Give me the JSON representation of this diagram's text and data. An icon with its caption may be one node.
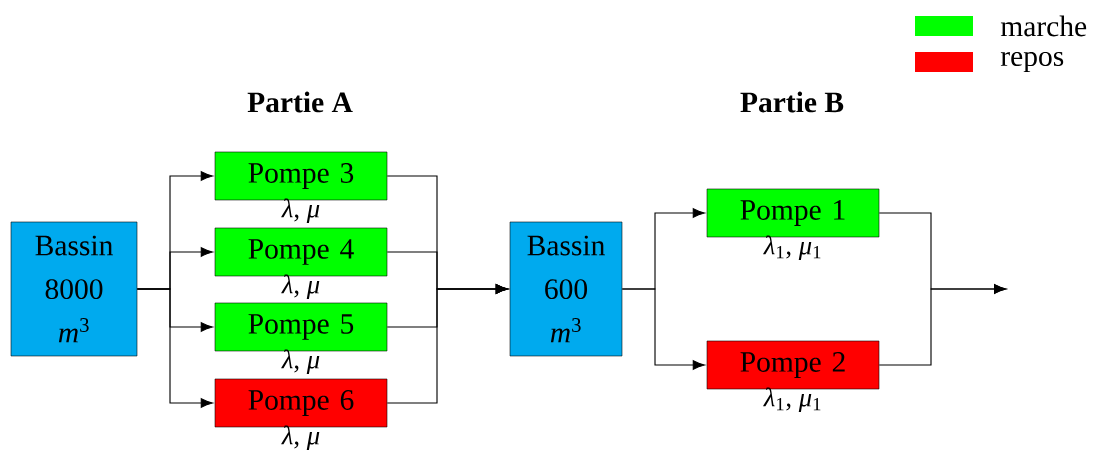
{
  "diagram": {
    "nodes": [
      {
        "text": [
          "Bassin 8000 *m*$^{3}$"
        ]
      },
      {
        "text": [
          "Pompe 3"
        ],
        "beside": [
          "*λ*, *μ*"
        ]
      },
      {
        "text": [
          "Pompe 4"
        ],
        "beside": [
          "*λ*, *μ*"
        ]
      },
      {
        "text": [
          "Pompe 5"
        ],
        "beside": [
          "*λ*, *μ*"
        ]
      },
      {
        "text": [
          "Pompe 6"
        ],
        "beside": [
          "*λ*, *μ*"
        ]
      },
      {
        "text": [
          "Bassin 600 *m*$^{3}$"
        ]
      },
      {
        "text": [
          "Pompe 1"
        ],
        "beside": [
          "*λ*$_{1}$, *μ*$_{1}$"
        ]
      },
      {
        "text": [
          "Pompe 2"
        ],
        "beside": [
          "*λ*$_{1}$, *μ*$_{1}$"
        ]
      }
    ],
    "edges": [
      {
        "from": 0,
        "to": 1,
        "arrow": "to"
      },
      {
        "from": 0,
        "to": 2,
        "arrow": "to"
      },
      {
        "from": 0,
        "to": 3,
        "arrow": "to"
      },
      {
        "from": 0,
        "to": 4,
        "arrow": "to"
      },
      {
        "from": 1,
        "to": 5,
        "arrow": "to"
      },
      {
        "from": 2,
        "to": 5,
        "arrow": "to"
      },
      {
        "from": 3,
        "to": 5,
        "arrow": "to"
      },
      {
        "from": 4,
        "to": 5,
        "arrow": "to"
      },
      {
        "from": 5,
        "to": 6,
        "arrow": "to"
      },
      {
        "from": 5,
        "to": 7,
        "arrow": "to"
      },
      {
        "from": 6,
        "to": null,
        "arrow": "to"
      },
      {
        "from": 7,
        "to": null,
        "arrow": "to"
      }
    ],
    "labels": [
      "Partie A",
      "Partie B"
    ],
    "legend": [
      {
        "text": "marche",
        "color": "#00ff00"
      },
      {
        "text": "repos",
        "color": "#ff0000"
      }
    ]
  }
}
